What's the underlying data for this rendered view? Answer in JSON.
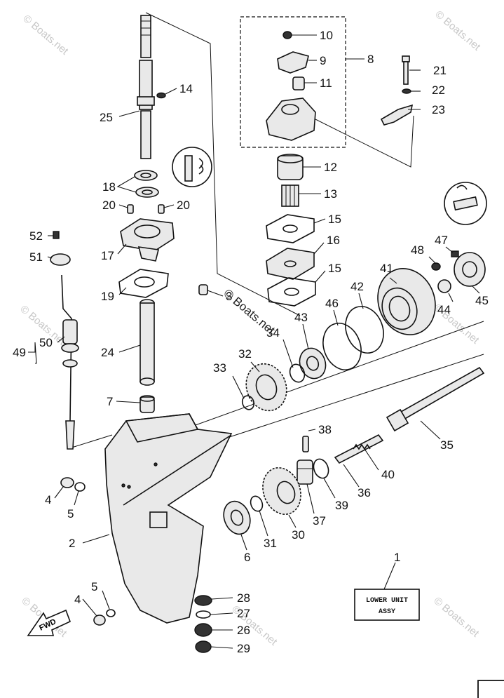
{
  "watermark": "© Boats.net",
  "box_label": {
    "line1": "LOWER UNIT",
    "line2": "ASSY"
  },
  "fwd_label": "FWD",
  "callouts": [
    {
      "id": "c1",
      "text": "10"
    },
    {
      "id": "c2",
      "text": "9"
    },
    {
      "id": "c3",
      "text": "8"
    },
    {
      "id": "c4",
      "text": "11"
    },
    {
      "id": "c5",
      "text": "21"
    },
    {
      "id": "c6",
      "text": "22"
    },
    {
      "id": "c7",
      "text": "23"
    },
    {
      "id": "c8",
      "text": "14"
    },
    {
      "id": "c9",
      "text": "25"
    },
    {
      "id": "c10",
      "text": "12"
    },
    {
      "id": "c11",
      "text": "13"
    },
    {
      "id": "c12",
      "text": "18"
    },
    {
      "id": "c13",
      "text": "20"
    },
    {
      "id": "c14",
      "text": "20"
    },
    {
      "id": "c15",
      "text": "15"
    },
    {
      "id": "c16",
      "text": "52"
    },
    {
      "id": "c17",
      "text": "17"
    },
    {
      "id": "c18",
      "text": "16"
    },
    {
      "id": "c19",
      "text": "51"
    },
    {
      "id": "c20",
      "text": "48"
    },
    {
      "id": "c21",
      "text": "47"
    },
    {
      "id": "c22",
      "text": "15"
    },
    {
      "id": "c23",
      "text": "41"
    },
    {
      "id": "c24",
      "text": "19"
    },
    {
      "id": "c25",
      "text": "3"
    },
    {
      "id": "c26",
      "text": "42"
    },
    {
      "id": "c27",
      "text": "46"
    },
    {
      "id": "c28",
      "text": "43"
    },
    {
      "id": "c29",
      "text": "44"
    },
    {
      "id": "c30",
      "text": "45"
    },
    {
      "id": "c31",
      "text": "34"
    },
    {
      "id": "c32",
      "text": "50"
    },
    {
      "id": "c33",
      "text": "49"
    },
    {
      "id": "c34",
      "text": "24"
    },
    {
      "id": "c35",
      "text": "32"
    },
    {
      "id": "c36",
      "text": "33"
    },
    {
      "id": "c37",
      "text": "7"
    },
    {
      "id": "c38",
      "text": "38"
    },
    {
      "id": "c39",
      "text": "35"
    },
    {
      "id": "c40",
      "text": "40"
    },
    {
      "id": "c41",
      "text": "4"
    },
    {
      "id": "c42",
      "text": "5"
    },
    {
      "id": "c43",
      "text": "36"
    },
    {
      "id": "c44",
      "text": "39"
    },
    {
      "id": "c45",
      "text": "37"
    },
    {
      "id": "c46",
      "text": "2"
    },
    {
      "id": "c47",
      "text": "31"
    },
    {
      "id": "c48",
      "text": "30"
    },
    {
      "id": "c49",
      "text": "6"
    },
    {
      "id": "c50",
      "text": "1"
    },
    {
      "id": "c51",
      "text": "5"
    },
    {
      "id": "c52",
      "text": "4"
    },
    {
      "id": "c53",
      "text": "28"
    },
    {
      "id": "c54",
      "text": "27"
    },
    {
      "id": "c55",
      "text": "26"
    },
    {
      "id": "c56",
      "text": "29"
    }
  ]
}
